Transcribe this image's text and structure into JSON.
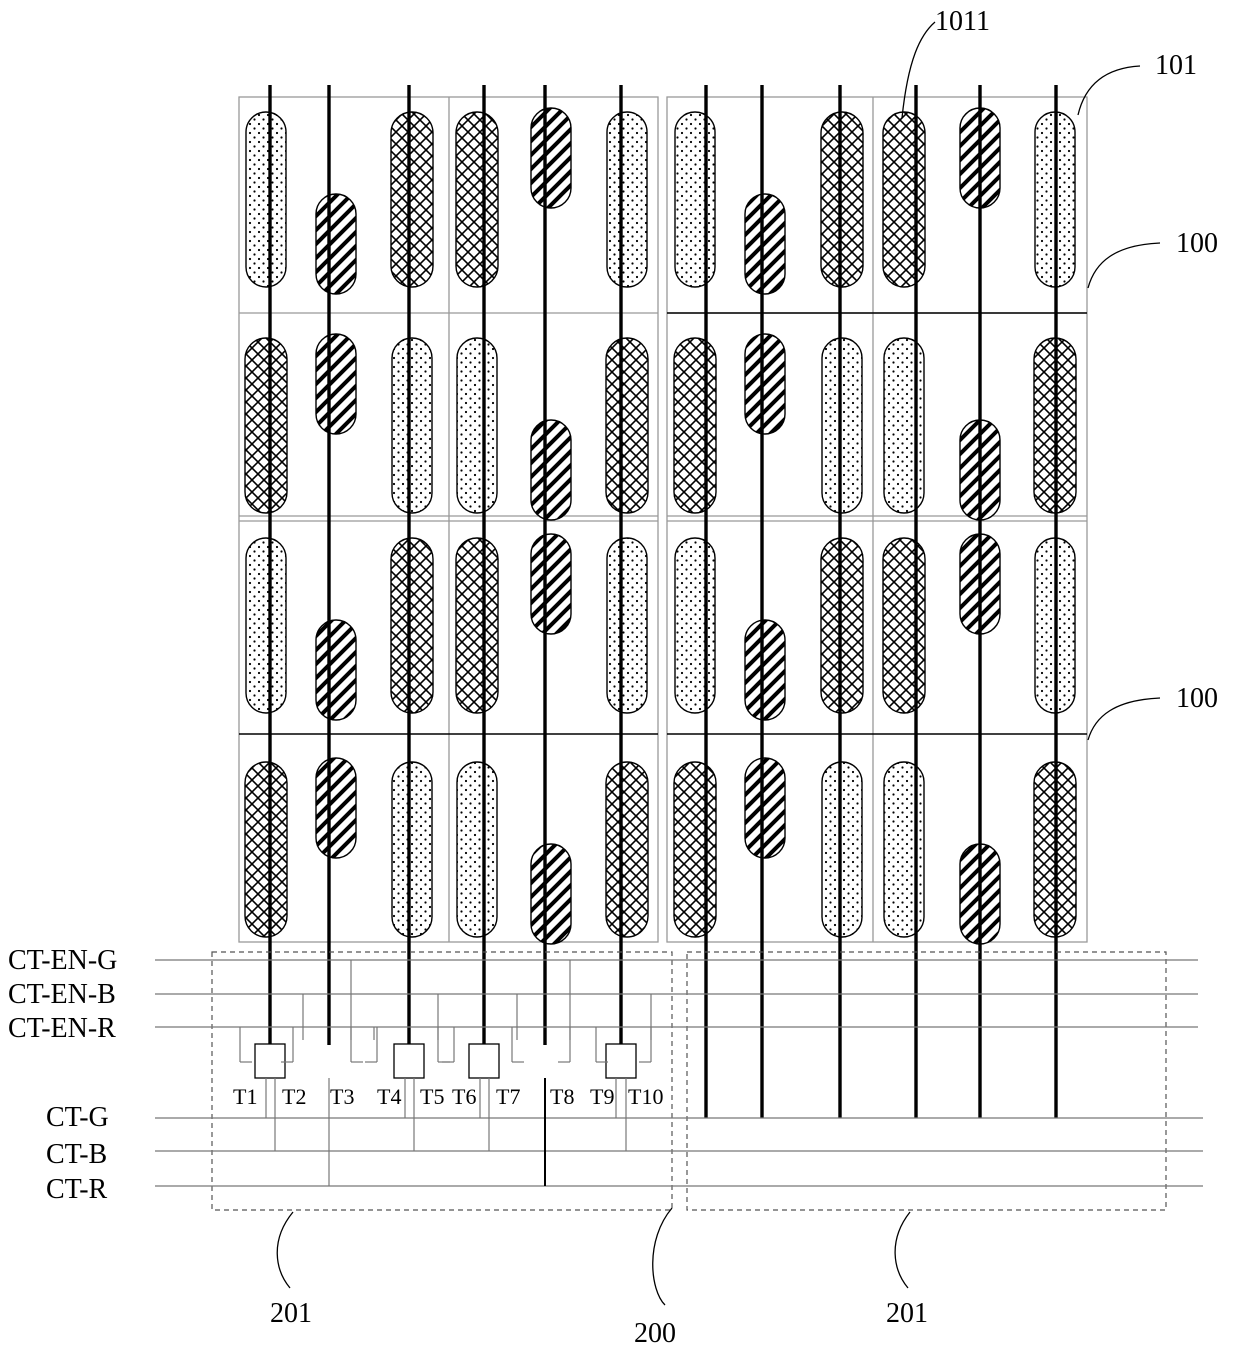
{
  "reference_labels": {
    "subpixel": "1011",
    "pixel_unit": "101",
    "repeat_unit_top": "100",
    "repeat_unit_mid": "100",
    "switch_group_left": "201",
    "switch_group_right": "201",
    "test_circuit": "200"
  },
  "signal_lines": {
    "ct_en_g": "CT-EN-G",
    "ct_en_b": "CT-EN-B",
    "ct_en_r": "CT-EN-R",
    "ct_g": "CT-G",
    "ct_b": "CT-B",
    "ct_r": "CT-R"
  },
  "transistors": [
    "T1",
    "T2",
    "T3",
    "T4",
    "T5",
    "T6",
    "T7",
    "T8",
    "T9",
    "T10"
  ],
  "colors": {
    "line": "#000000",
    "thin_line": "#777777",
    "box_border": "#999999"
  }
}
